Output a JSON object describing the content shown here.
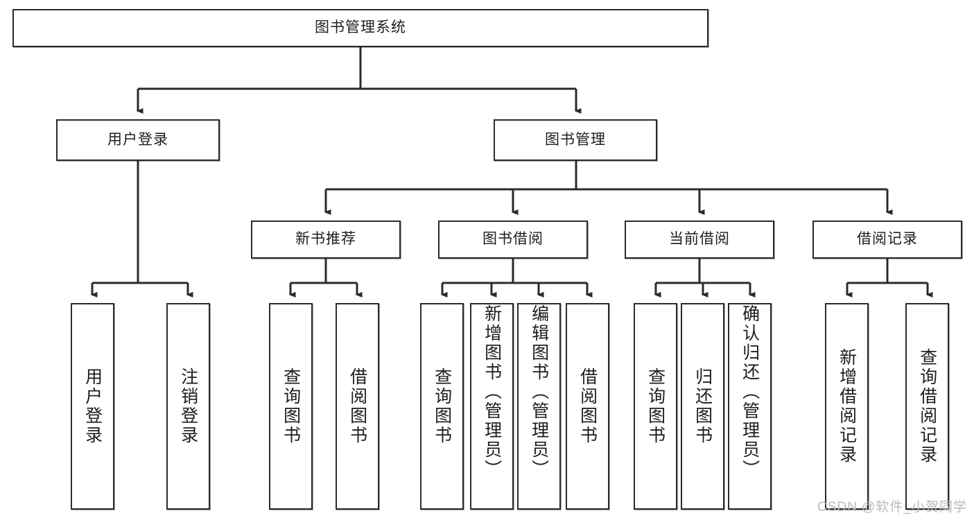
{
  "diagram": {
    "type": "tree-hierarchy",
    "title": "图书管理系统",
    "watermark": "CSDN @软件_小贺同学",
    "colors": {
      "node_border": "#2b2b2b",
      "node_fill": "#ffffff",
      "edge": "#2b2b2b",
      "text": "#1d1d1d",
      "watermark": "#b9b9b9"
    },
    "nodes": {
      "root": {
        "label": "图书管理系统"
      },
      "level2": [
        {
          "label": "用户登录"
        },
        {
          "label": "图书管理"
        }
      ],
      "level3": [
        {
          "label": "新书推荐"
        },
        {
          "label": "图书借阅"
        },
        {
          "label": "当前借阅"
        },
        {
          "label": "借阅记录"
        }
      ],
      "leaves": {
        "user_login": [
          {
            "label": "用户登录"
          },
          {
            "label": "注销登录"
          }
        ],
        "new_book": [
          {
            "label": "查询图书"
          },
          {
            "label": "借阅图书"
          }
        ],
        "book_borrow": [
          {
            "label": "查询图书"
          },
          {
            "label": "新增图书（管理员）"
          },
          {
            "label": "编辑图书（管理员）"
          },
          {
            "label": "借阅图书"
          }
        ],
        "current_borrow": [
          {
            "label": "查询图书"
          },
          {
            "label": "归还图书"
          },
          {
            "label": "确认归还（管理员）"
          }
        ],
        "borrow_record": [
          {
            "label": "新增借阅记录"
          },
          {
            "label": "查询借阅记录"
          }
        ]
      }
    }
  }
}
